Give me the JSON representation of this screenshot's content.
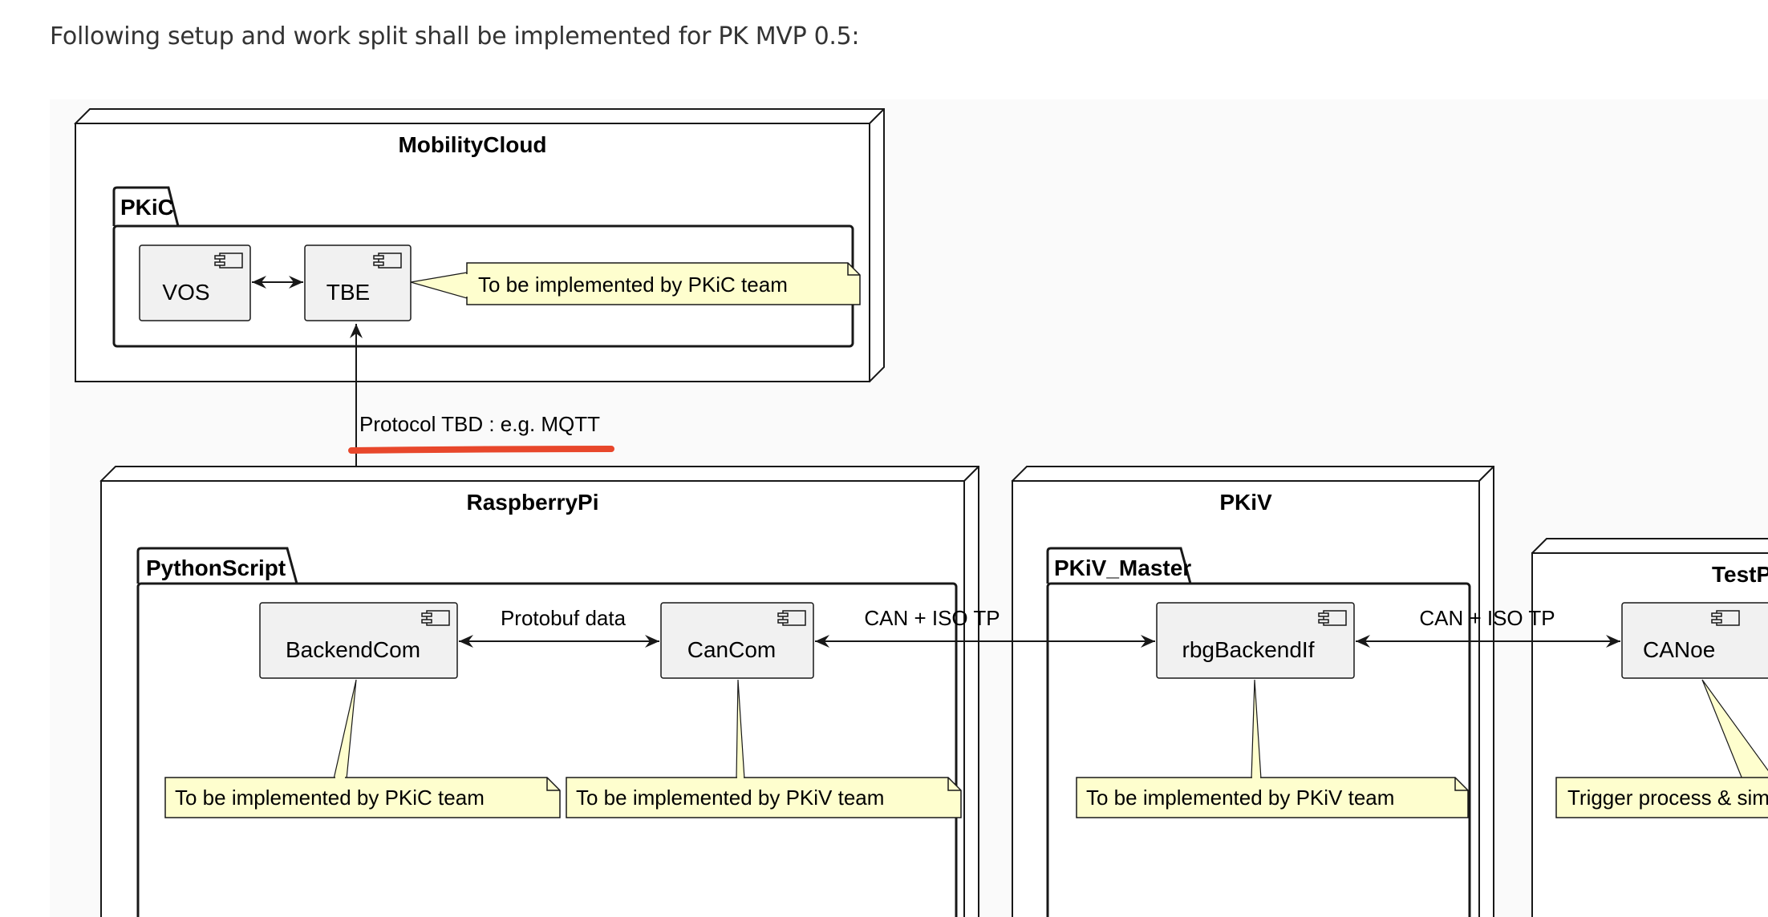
{
  "intro_text": "Following setup and work split shall be implemented for PK MVP 0.5:",
  "colors": {
    "component_fill": "#f1f1f1",
    "note_fill": "#fefece",
    "highlight_underline": "#e8472b"
  },
  "nodes": {
    "mobility_cloud": "MobilityCloud",
    "raspberry_pi": "RaspberryPi",
    "pkiv": "PKiV",
    "test_partial": "TestP"
  },
  "packages": {
    "pkic": "PKiC",
    "python_script": "PythonScript",
    "pkiv_master": "PKiV_Master"
  },
  "components": {
    "vos": "VOS",
    "tbe": "TBE",
    "backend_com": "BackendCom",
    "can_com": "CanCom",
    "rbg_backend_if": "rbgBackendIf",
    "canoe": "CANoe"
  },
  "notes": {
    "tbe_note": "To be implemented by PKiC team",
    "backendcom_note": "To be implemented by PKiC team",
    "cancom_note": "To be implemented by PKiV team",
    "rbg_note": "To be implemented by PKiV team",
    "canoe_note": "Trigger process & sim"
  },
  "edge_labels": {
    "tbe_backendcom": "Protocol TBD : e.g. MQTT",
    "backendcom_cancom": "Protobuf data",
    "cancom_rbg": "CAN + ISO TP",
    "rbg_canoe": "CAN + ISO TP"
  },
  "icons": [
    "component-icon"
  ]
}
